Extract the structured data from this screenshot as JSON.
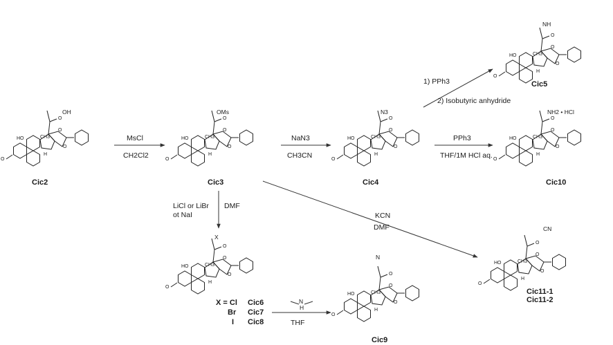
{
  "compounds": {
    "cic2": "Cic2",
    "cic3": "Cic3",
    "cic4": "Cic4",
    "cic5": "Cic5",
    "cic10": "Cic10",
    "cic9": "Cic9",
    "cic11_1": "Cic11-1",
    "cic11_2": "Cic11-2",
    "cic6": "Cic6",
    "cic7": "Cic7",
    "cic8": "Cic8"
  },
  "reagents": {
    "mscl": "MsCl",
    "ch2cl2": "CH2Cl2",
    "nan3": "NaN3",
    "ch3cn": "CH3CN",
    "pph3_step1": "1) PPh3",
    "isobutyric_step2": "2) Isobutyric anhydride",
    "pph3": "PPh3",
    "thf_hcl": "THF/1M HCl aq.",
    "licl_line1": "LiCl or LiBr",
    "licl_line2": "ot NaI",
    "dmf": "DMF",
    "kcn": "KCN",
    "dmf2": "DMF",
    "thf": "THF"
  },
  "halides": {
    "x_eq": "X = Cl",
    "br": "Br",
    "i": "I"
  },
  "substituents": {
    "cic2": "OH",
    "cic3": "OMs",
    "cic4": "N3",
    "cic10": "NH2 • HCl",
    "cic6_x": "X",
    "cic11_cn": "CN",
    "amine_n": "N",
    "amine_h": "H",
    "cic9_n": "N",
    "cic5_nh": "NH"
  },
  "atoms": {
    "ho": "HO",
    "ch3": "CH3",
    "h": "H",
    "o": "O"
  }
}
